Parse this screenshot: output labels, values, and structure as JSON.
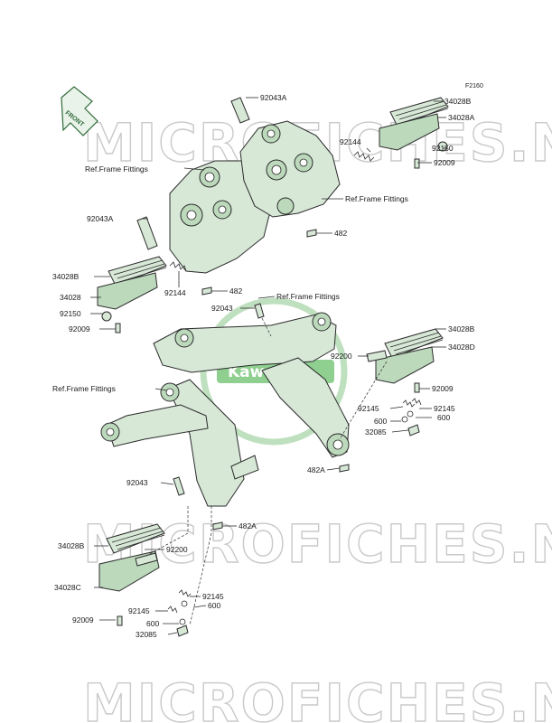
{
  "diagram": {
    "code": "F2160",
    "front_label": "FRONT",
    "watermark": "MICROFICHES.NET",
    "watermark_logo": "Kawasaki",
    "labels": [
      {
        "id": "l01",
        "text": "92043A"
      },
      {
        "id": "l02",
        "text": "34028B"
      },
      {
        "id": "l03",
        "text": "34028A"
      },
      {
        "id": "l04",
        "text": "92144"
      },
      {
        "id": "l05",
        "text": "92150"
      },
      {
        "id": "l06",
        "text": "92009"
      },
      {
        "id": "l07",
        "text": "Ref.Frame Fittings"
      },
      {
        "id": "l08",
        "text": "Ref.Frame Fittings"
      },
      {
        "id": "l09",
        "text": "92043A"
      },
      {
        "id": "l10",
        "text": "482"
      },
      {
        "id": "l11",
        "text": "34028B"
      },
      {
        "id": "l12",
        "text": "34028"
      },
      {
        "id": "l13",
        "text": "92144"
      },
      {
        "id": "l14",
        "text": "482"
      },
      {
        "id": "l15",
        "text": "92150"
      },
      {
        "id": "l16",
        "text": "92009"
      },
      {
        "id": "l17",
        "text": "Ref.Frame Fittings"
      },
      {
        "id": "l18",
        "text": "92043"
      },
      {
        "id": "l19",
        "text": "34028B"
      },
      {
        "id": "l20",
        "text": "34028D"
      },
      {
        "id": "l21",
        "text": "92200"
      },
      {
        "id": "l22",
        "text": "Ref.Frame Fittings"
      },
      {
        "id": "l23",
        "text": "92009"
      },
      {
        "id": "l24",
        "text": "92145"
      },
      {
        "id": "l25",
        "text": "92145"
      },
      {
        "id": "l26",
        "text": "600"
      },
      {
        "id": "l27",
        "text": "600"
      },
      {
        "id": "l28",
        "text": "32085"
      },
      {
        "id": "l29",
        "text": "482A"
      },
      {
        "id": "l30",
        "text": "92043"
      },
      {
        "id": "l31",
        "text": "482A"
      },
      {
        "id": "l32",
        "text": "34028B"
      },
      {
        "id": "l33",
        "text": "92200"
      },
      {
        "id": "l34",
        "text": "34028C"
      },
      {
        "id": "l35",
        "text": "92145"
      },
      {
        "id": "l36",
        "text": "92145"
      },
      {
        "id": "l37",
        "text": "600"
      },
      {
        "id": "l38",
        "text": "92009"
      },
      {
        "id": "l39",
        "text": "600"
      },
      {
        "id": "l40",
        "text": "32085"
      }
    ]
  }
}
